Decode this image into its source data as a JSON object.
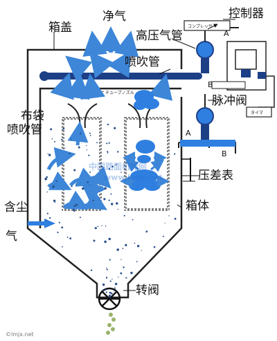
{
  "labels": {
    "box_cover": "箱盖",
    "clean_gas": "净气",
    "controller": "控制器",
    "hp_gas_pipe": "高压气管",
    "blow_pipe": "喷吹管",
    "pulse_valve": "脉冲阀",
    "bag_line1": "布袋",
    "bag_line2": "喷吹管",
    "pressure_gauge": "压差表",
    "box_body": "箱体",
    "dusty_line1": "含尘",
    "dusty_line2": "气",
    "rotary_valve": "转阀"
  },
  "japanese": {
    "compressor": "コンプレッサ",
    "tube": "チューブノズル",
    "timer": "タイマ"
  },
  "marks": {
    "a_top": "A",
    "a_bottom": "A",
    "b_top": "B",
    "b_bottom": "B"
  },
  "watermark": {
    "site_name": "中国路面机械网",
    "url": "www.lmjx.net",
    "footer": "©lmjx.net"
  },
  "colors": {
    "flow_arrow": "#3d86d8",
    "gas_blob": "#2f7fe0",
    "outline": "#222222",
    "dust": "#2a4f8a"
  }
}
